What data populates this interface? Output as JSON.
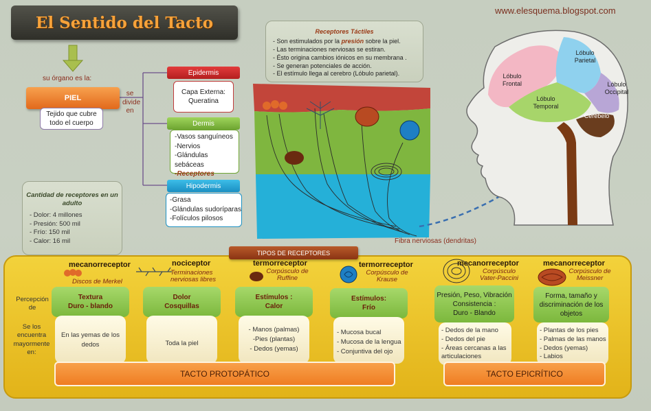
{
  "title": "El Sentido del Tacto",
  "site": "www.elesquema.blogspot.com",
  "organ_label": "su órgano es la:",
  "organ": "PIEL",
  "organ_desc": "Tejido que cubre todo el cuerpo",
  "divide_label": [
    "se",
    "divide",
    "en"
  ],
  "layers": [
    {
      "name": "Epidermis",
      "items": [
        "Capa Externa:",
        "Queratina"
      ]
    },
    {
      "name": "Dermis",
      "items": [
        "-Vasos sanguíneos",
        "-Nervios",
        "-Glándulas sebáceas",
        "-Receptores táctiles"
      ]
    },
    {
      "name": "Hipodermis",
      "items": [
        "-Grasa",
        "-Glándulas sudoríparas",
        "-Folículos pilosos"
      ]
    }
  ],
  "receptor_counts": {
    "title": "Cantidad de receptores en un adulto",
    "items": [
      "- Dolor: 4 millones",
      "- Presión: 500 mil",
      "- Frío: 150  mil",
      "- Calor: 16 mil"
    ]
  },
  "tactile_receptors": {
    "title": "Receptores  Táctiles",
    "items": [
      [
        "- Son estimulados por la ",
        "presión",
        " sobre la piel."
      ],
      [
        "-  Las terminaciones nerviosas se estiran.",
        "",
        ""
      ],
      [
        "- Ésto origina cambios iónicos en su membrana .",
        "",
        ""
      ],
      [
        "- Se generan potenciales de acción.",
        "",
        ""
      ],
      [
        "- El estímulo llega al cerebro (Lóbulo parietal).",
        "",
        ""
      ]
    ]
  },
  "nerve_label": "Fibra nerviosas (dendritas)",
  "brain": {
    "frontal": "Lóbulo Frontal",
    "parietal": "Lóbulo Parietal",
    "temporal": "Lóbulo Temporal",
    "occipital": "Lóbulo Occipital",
    "cerebelo": "Cerebelo"
  },
  "tipos_label": "TIPOS DE RECEPTORES",
  "row_labels": {
    "percepcion": "Percepción de",
    "ubicacion": "Se los encuentra mayormente en:"
  },
  "receptors": [
    {
      "type": "mecanorreceptor",
      "sub": "Discos de Merkel",
      "percepcion": [
        "Textura",
        "Duro - blando"
      ],
      "ubicacion": [
        "En las yemas de los dedos"
      ]
    },
    {
      "type": "nociceptor",
      "sub": "Terminaciones nerviosas libres",
      "percepcion": [
        "Dolor",
        "Cosquillas"
      ],
      "ubicacion": [
        "Toda la piel"
      ]
    },
    {
      "type": "termorreceptor",
      "sub": "Corpúsculo de Ruffine",
      "percepcion": [
        "Estímulos :",
        "Calor"
      ],
      "ubicacion": [
        "- Manos (palmas)",
        "-Pies (plantas)",
        "- Dedos (yemas)"
      ]
    },
    {
      "type": "termorreceptor",
      "sub": "Corpúsculo de Krause",
      "percepcion": [
        "Estímulos:",
        "Frío"
      ],
      "ubicacion": [
        "- Mucosa bucal",
        "- Mucosa de la lengua",
        "- Conjuntiva del ojo"
      ]
    },
    {
      "type": "mecanorreceptor",
      "sub": "Corpúsculo Vater-Paccini",
      "percepcion": [
        "Presión, Peso, Vibración",
        "Consistencia :",
        "Duro  -  Blando"
      ],
      "ubicacion": [
        "- Dedos de la mano",
        "- Dedos del pie",
        "- Áreas cercanas a las articulaciones"
      ]
    },
    {
      "type": "mecanorreceptor",
      "sub": "Corpúsculo de Meissner",
      "percepcion": [
        "Forma, tamaño y discriminación de los objetos"
      ],
      "ubicacion": [
        "- Plantas de los pies",
        "- Palmas de las manos",
        "- Dedos (yemas)",
        "- Labios"
      ]
    }
  ],
  "groups": {
    "protopatico": "TACTO PROTOPÁTICO",
    "epicritico": "TACTO EPICRÍTICO"
  }
}
